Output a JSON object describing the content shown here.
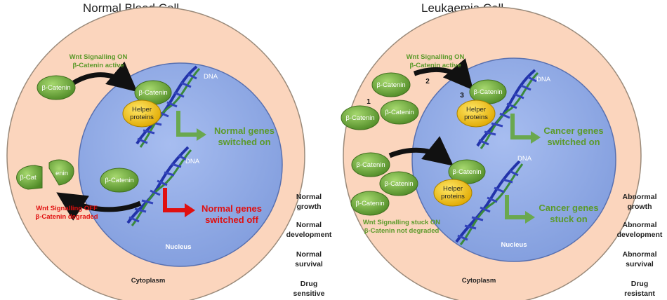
{
  "left": {
    "title": "Normal Blood Cell",
    "cytoplasm": "Cytoplasm",
    "nucleus": "Nucleus",
    "dna_top": "DNA",
    "dna_bottom": "DNA",
    "wnt_on_line1": "Wnt Signalling ON",
    "wnt_on_line2": "β-Catenin active",
    "wnt_off_line1": "Wnt Signalling OFF",
    "wnt_off_line2": "β-Catenin degraded",
    "beta_catenin": "β-Catenin",
    "fragment_a": "β-Cat",
    "fragment_b": "enin",
    "helper_line1": "Helper",
    "helper_line2": "proteins",
    "genes_on_line1": "Normal genes",
    "genes_on_line2": "switched on",
    "genes_off_line1": "Normal genes",
    "genes_off_line2": "switched off"
  },
  "right": {
    "title": "Leukaemia Cell",
    "cytoplasm": "Cytoplasm",
    "nucleus": "Nucleus",
    "dna_top": "DNA",
    "dna_bottom": "DNA",
    "wnt_on_line1": "Wnt Signalling ON",
    "wnt_on_line2": "β-Catenin active",
    "stuck_line1": "Wnt Signalling stuck ON",
    "stuck_line2": "β-Catenin not degraded",
    "beta_catenin": "β-Catenin",
    "helper_line1": "Helper",
    "helper_line2": "proteins",
    "genes_top_line1": "Cancer genes",
    "genes_top_line2": "switched on",
    "genes_bottom_line1": "Cancer genes",
    "genes_bottom_line2": "stuck on",
    "step1": "1",
    "step2": "2",
    "step3": "3"
  },
  "normal_props": [
    {
      "line1": "Normal",
      "line2": "growth"
    },
    {
      "line1": "Normal",
      "line2": "development"
    },
    {
      "line1": "Normal",
      "line2": "survival"
    },
    {
      "line1": "Drug",
      "line2": "sensitive"
    }
  ],
  "abnormal_props": [
    {
      "line1": "Abnormal",
      "line2": "growth"
    },
    {
      "line1": "Abnormal",
      "line2": "development"
    },
    {
      "line1": "Abnormal",
      "line2": "survival"
    },
    {
      "line1": "Drug",
      "line2": "resistant"
    }
  ],
  "colors": {
    "cytoplasm": "#fbd5bd",
    "nucleus": "#8fa9e3",
    "beta_catenin": "#6fa83a",
    "helper": "#f5c400",
    "green_text": "#5b9a2a",
    "red_text": "#e01010",
    "dna_blue": "#2233aa",
    "dna_green": "#3a8a3a"
  }
}
